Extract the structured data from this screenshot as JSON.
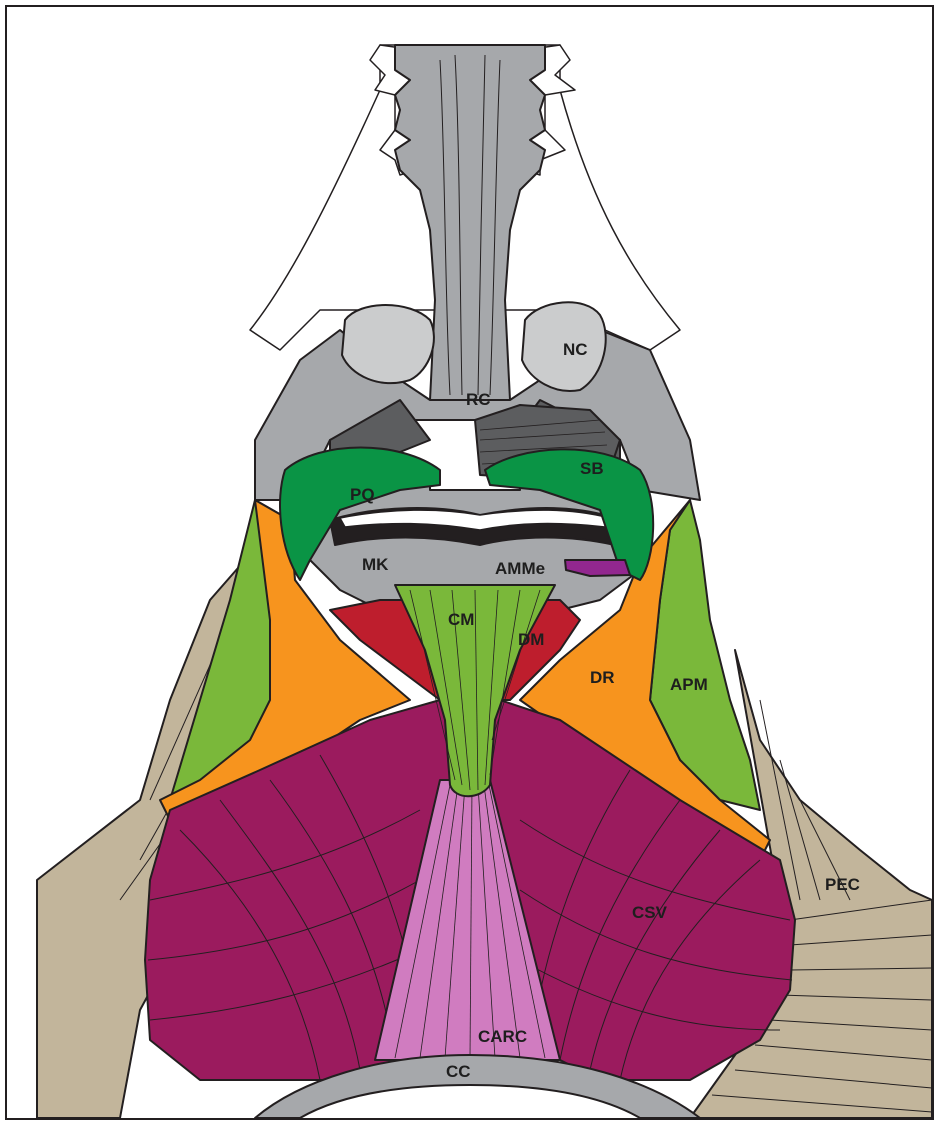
{
  "labels": {
    "rc": "RC",
    "nc": "NC",
    "sb": "SB",
    "pq": "PQ",
    "mk": "MK",
    "amme": "AMMe",
    "cm": "CM",
    "dm": "DM",
    "dr": "DR",
    "apm": "APM",
    "pec": "PEC",
    "csv": "CSV",
    "carc": "CARC",
    "cc": "CC"
  },
  "colors": {
    "cartilage": "#a6a8ab",
    "cartilage_light": "#cbcccd",
    "cartilage_dark": "#5c5d5f",
    "sb_green": "#0a9445",
    "lime_green": "#7ab83a",
    "orange": "#f7941e",
    "red": "#be1e2d",
    "csv_magenta": "#9b1b5e",
    "carc_pink": "#d07cc0",
    "pec_tan": "#c2b59b",
    "amme_purple": "#92278f",
    "outline": "#231f20"
  }
}
